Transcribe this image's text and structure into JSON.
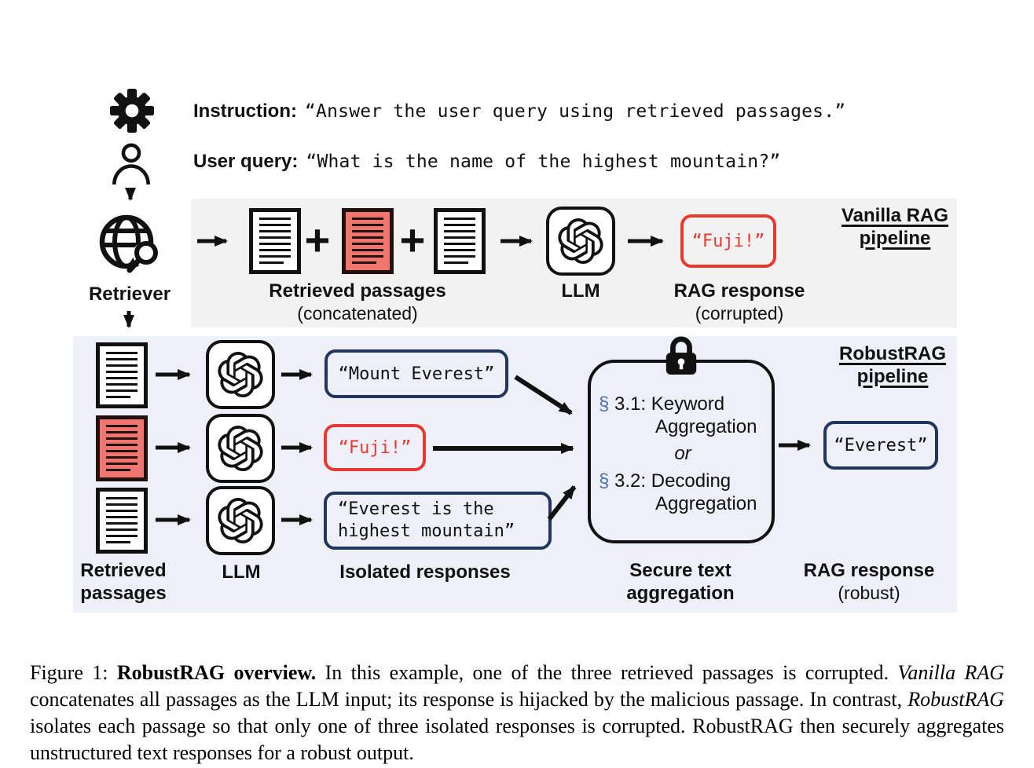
{
  "colors": {
    "ink": "#111111",
    "accent_red": "#e8392f",
    "corrupt_fill": "#ee766f",
    "corrupt_ink": "#231110",
    "navy": "#22355c",
    "vanilla_panel_bg": "#f2f2f2",
    "robust_panel_bg": "#edf0f8",
    "section_link_blue": "#4a6fb5"
  },
  "prompt": {
    "instruction_label": "Instruction:",
    "instruction_text": "“Answer the user query using retrieved passages.”",
    "user_query_label": "User query:",
    "user_query_text": "“What is the name of the highest mountain?”"
  },
  "retriever": {
    "label": "Retriever"
  },
  "vanilla": {
    "title_line1": "Vanilla RAG",
    "title_line2": "pipeline",
    "plus": "+",
    "passages_label": "Retrieved passages",
    "passages_sublabel": "(concatenated)",
    "llm_label": "LLM",
    "response_text": "“Fuji!”",
    "response_label": "RAG response",
    "response_sublabel": "(corrupted)"
  },
  "robust": {
    "title_line1": "RobustRAG",
    "title_line2": "pipeline",
    "response1": "“Mount Everest”",
    "response2": "“Fuji!”",
    "response3_line1": "“Everest is the",
    "response3_line2": "highest mountain”",
    "aggregation": {
      "sym1": "§",
      "item1": "3.1: Keyword",
      "item1_cont": "Aggregation",
      "or": "or",
      "sym2": "§",
      "item2": "3.2: Decoding",
      "item2_cont": "Aggregation"
    },
    "output_text": "“Everest”",
    "passages_label_line1": "Retrieved",
    "passages_label_line2": "passages",
    "llm_label": "LLM",
    "isolated_label": "Isolated responses",
    "secure_label_line1": "Secure text",
    "secure_label_line2": "aggregation",
    "response_label": "RAG response",
    "response_sublabel": "(robust)"
  },
  "caption": {
    "parts": [
      {
        "text": "Figure 1: ",
        "style": ""
      },
      {
        "text": "RobustRAG overview.",
        "style": "b"
      },
      {
        "text": " In this example, one of the three retrieved passages is corrupted. ",
        "style": ""
      },
      {
        "text": "Vanilla RAG",
        "style": "i"
      },
      {
        "text": " concatenates all passages as the LLM input; its response is hijacked by the malicious passage. In contrast, ",
        "style": ""
      },
      {
        "text": "RobustRAG",
        "style": "i"
      },
      {
        "text": " isolates each passage so that only one of three isolated responses is corrupted. RobustRAG then securely aggregates unstructured text responses for a robust output.",
        "style": ""
      }
    ]
  }
}
